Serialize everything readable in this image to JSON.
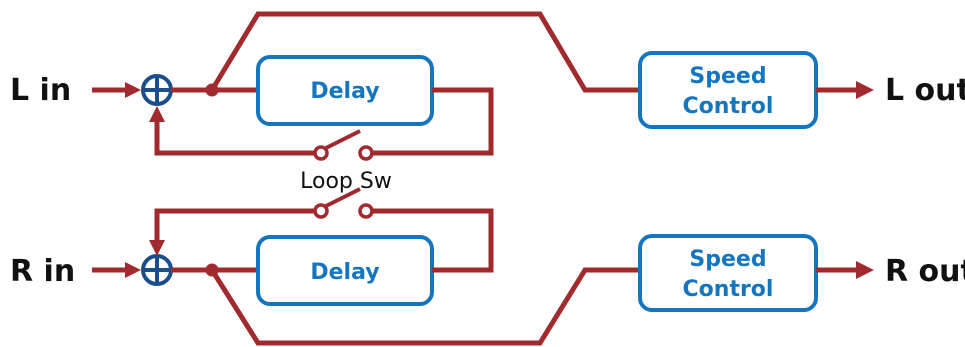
{
  "diagram": {
    "left_channel": {
      "input_label": "L in",
      "output_label": "L out",
      "delay_label": "Delay",
      "speed_label_line1": "Speed",
      "speed_label_line2": "Control"
    },
    "right_channel": {
      "input_label": "R in",
      "output_label": "R out",
      "delay_label": "Delay",
      "speed_label_line1": "Speed",
      "speed_label_line2": "Control"
    },
    "loop_switch_label": "Loop Sw"
  },
  "colors": {
    "wire": "#A02A2E",
    "block_border": "#1576BE",
    "block_text": "#1576BE",
    "summing_junction": "#1B4F8C",
    "label_text": "#111111"
  }
}
